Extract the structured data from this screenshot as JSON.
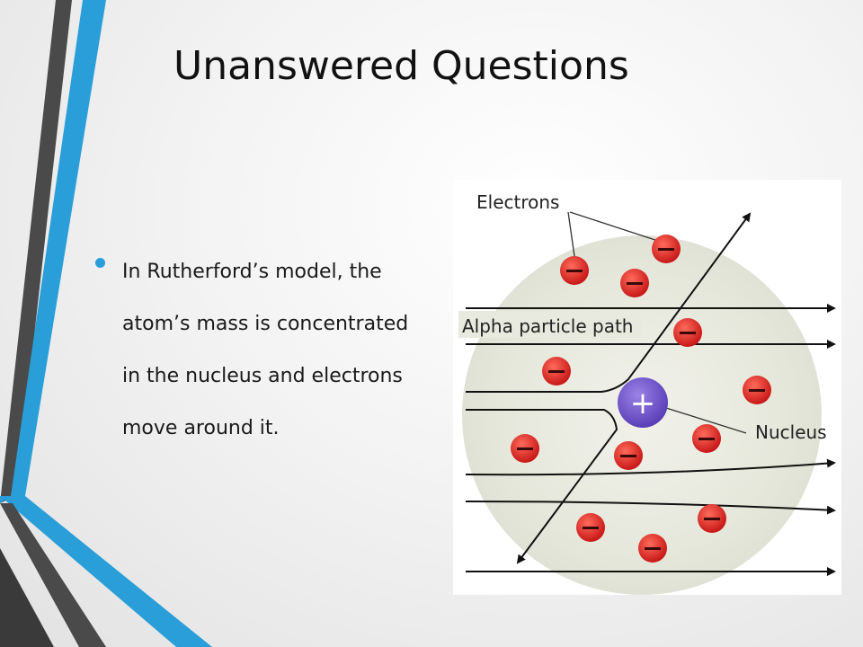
{
  "slide": {
    "title": "Unanswered Questions",
    "bullet": "In Rutherford’s model, the atom’s mass is concentrated in the nucleus and electrons move around it."
  },
  "diagram": {
    "labels": {
      "electrons": "Electrons",
      "alpha_path": "Alpha particle path",
      "nucleus": "Nucleus"
    },
    "nucleus_symbol": "+",
    "electron_symbol": "−"
  },
  "colors": {
    "accent_blue": "#2a9ed9",
    "dark_gray": "#4a4a4a",
    "electron_red": "#d42020",
    "nucleus_purple": "#6a4fc2"
  }
}
